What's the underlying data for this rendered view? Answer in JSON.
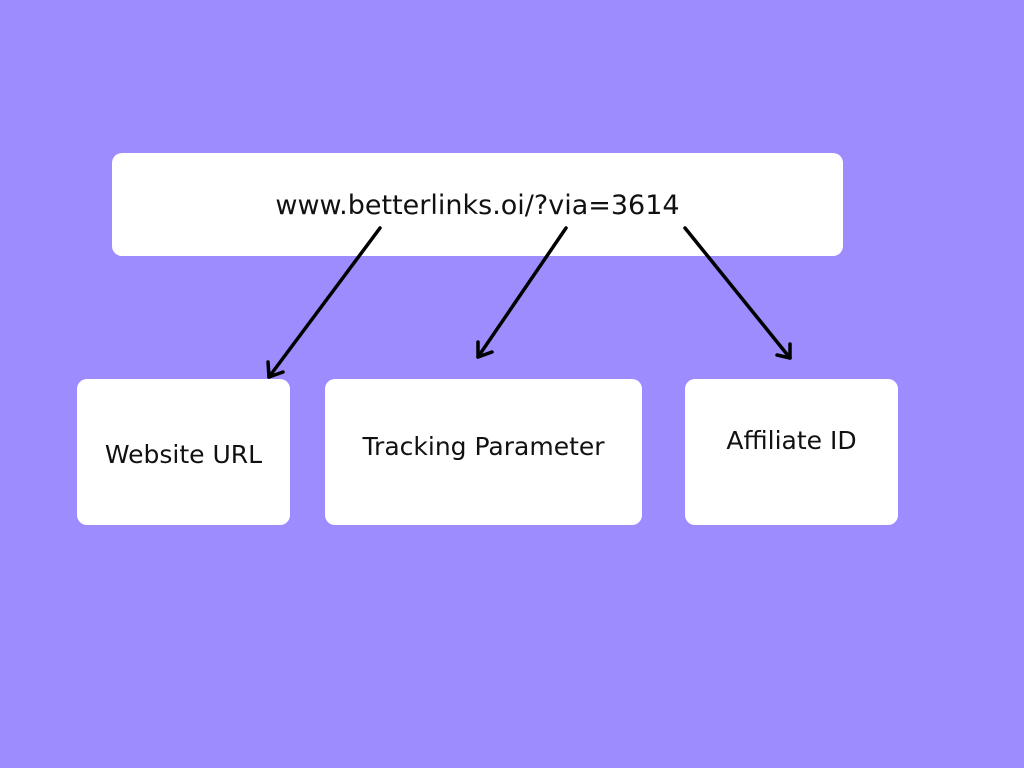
{
  "background_color": "#9d8cfd",
  "url_box": {
    "text": "www.betterlinks.oi/?via=3614"
  },
  "parts": [
    {
      "label": "Website URL"
    },
    {
      "label": "Tracking Parameter"
    },
    {
      "label": "Affiliate ID"
    }
  ]
}
